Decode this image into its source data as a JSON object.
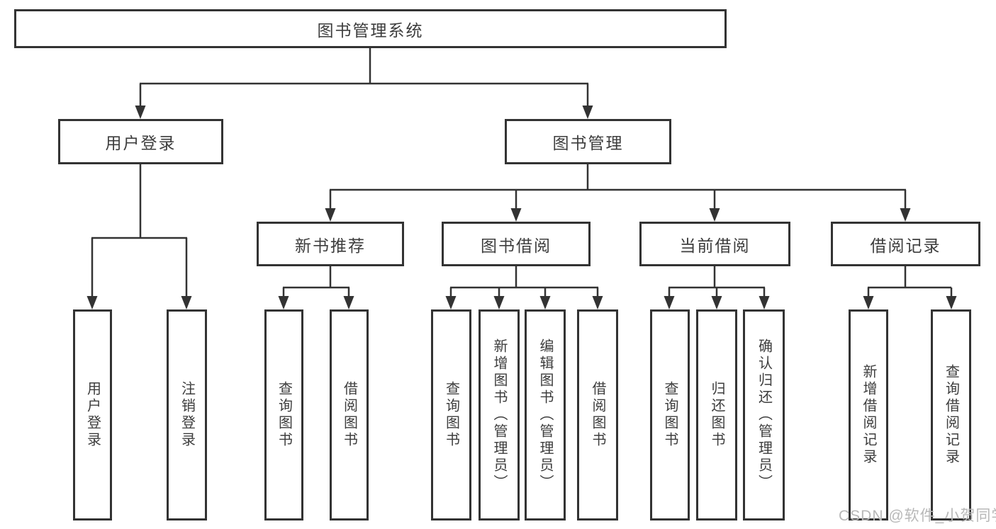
{
  "colors": {
    "line": "#333333",
    "text": "#3d3d3d",
    "watermark": "#b8b8b8",
    "box_fill": "#ffffff",
    "background": "#ffffff"
  },
  "watermark": {
    "text": "CSDN @软件_小贺同学"
  },
  "tree": {
    "root": {
      "label": "图书管理系统"
    },
    "branches": [
      {
        "label": "用户登录",
        "leaves": [
          "用户登录",
          "注销登录"
        ]
      },
      {
        "label": "图书管理",
        "groups": [
          {
            "label": "新书推荐",
            "leaves": [
              "查询图书",
              "借阅图书"
            ]
          },
          {
            "label": "图书借阅",
            "leaves": [
              "查询图书",
              "新增图书（管理员）",
              "编辑图书（管理员）",
              "借阅图书"
            ]
          },
          {
            "label": "当前借阅",
            "leaves": [
              "查询图书",
              "归还图书",
              "确认归还（管理员）"
            ]
          },
          {
            "label": "借阅记录",
            "leaves": [
              "新增借阅记录",
              "查询借阅记录"
            ]
          }
        ]
      }
    ]
  }
}
